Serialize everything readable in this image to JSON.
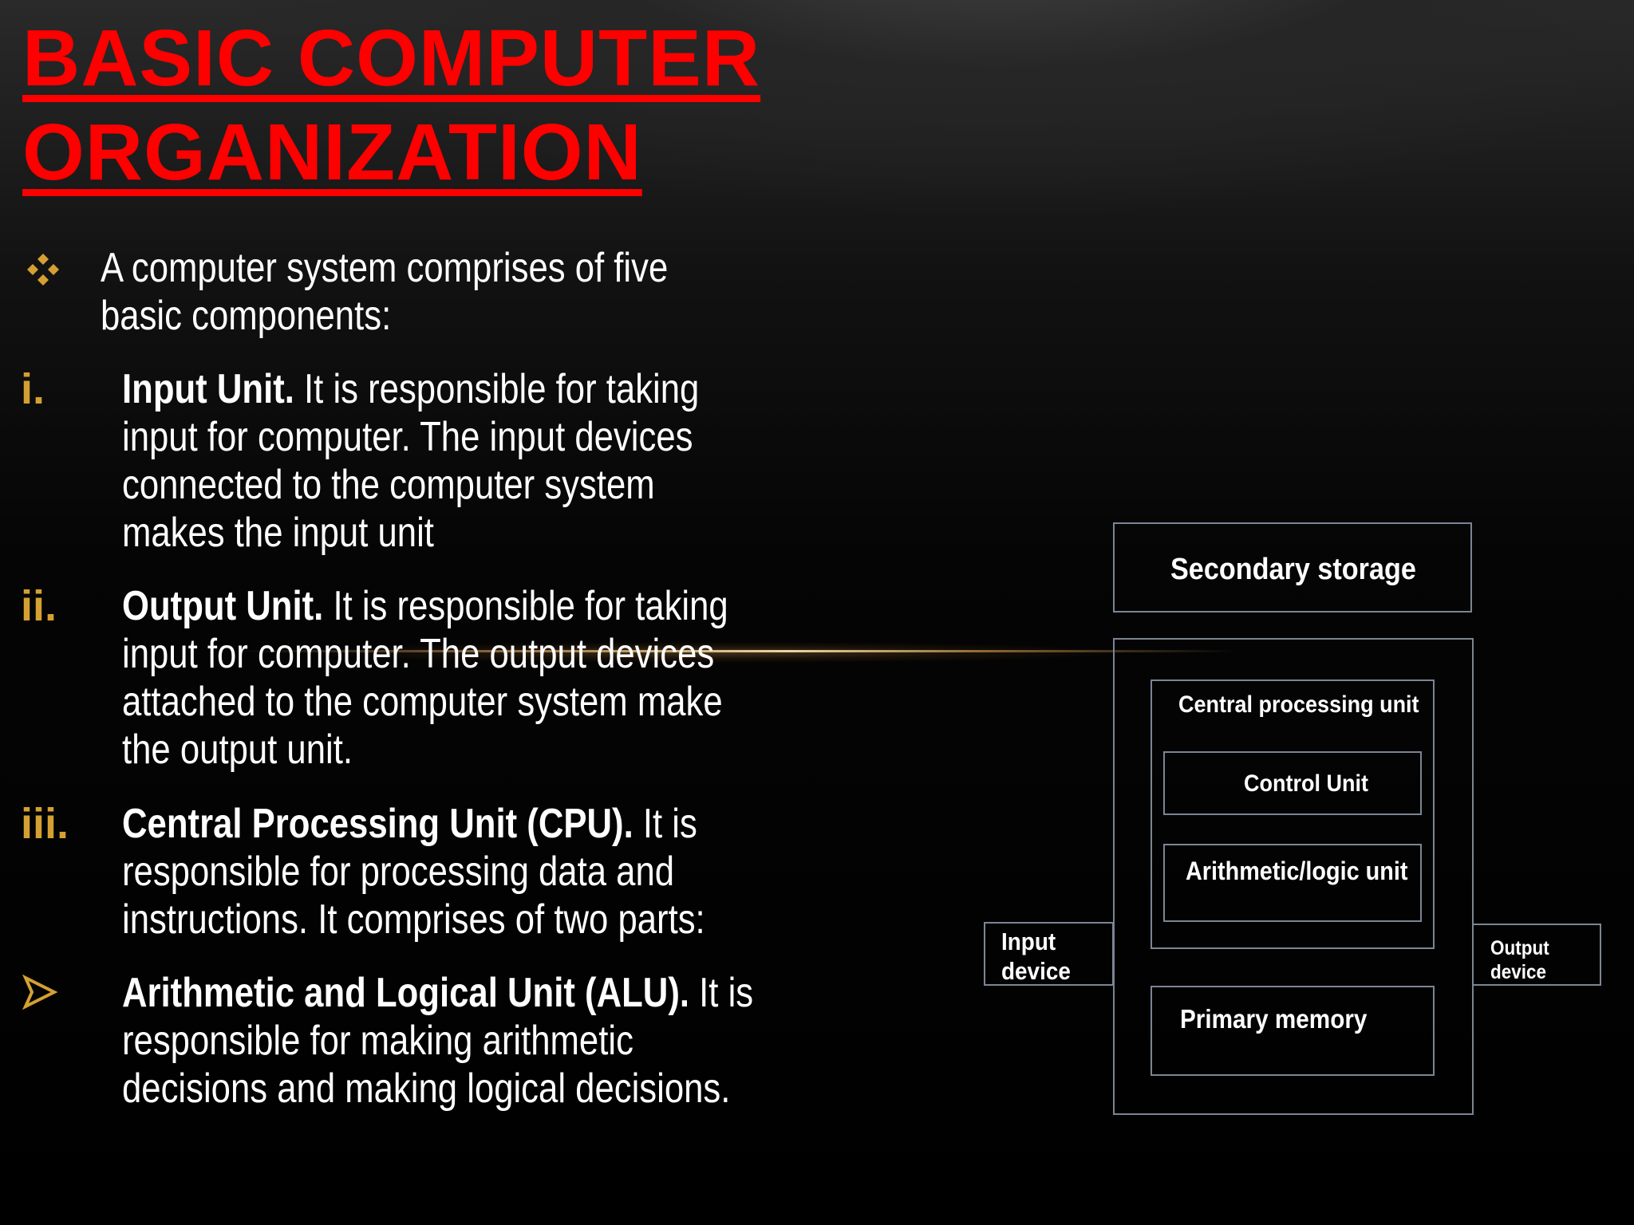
{
  "title": {
    "line1": "BASIC COMPUTER",
    "line2": "ORGANIZATION"
  },
  "intro": {
    "icon": "diamond-bullet-icon",
    "text_line1": "A computer system comprises of five",
    "text_line2": "basic components:"
  },
  "items": [
    {
      "marker": "i.",
      "heading": "Input Unit.",
      "lines": [
        " It is responsible for taking",
        "input for computer. The input devices",
        "connected to the computer system",
        "makes the input unit"
      ]
    },
    {
      "marker": "ii.",
      "heading": "Output Unit.",
      "lines": [
        " It is responsible for taking",
        "input for computer. The output devices",
        "attached to the computer system make",
        "the output unit."
      ]
    },
    {
      "marker": "iii.",
      "heading": "Central Processing Unit (CPU).",
      "lines": [
        " It is",
        "responsible  for processing data and",
        "instructions. It comprises of two parts:"
      ]
    },
    {
      "marker_icon": "arrow-bullet-icon",
      "heading": "Arithmetic and Logical Unit (ALU).",
      "lines": [
        " It is",
        "responsible for making arithmetic",
        "decisions and making logical decisions."
      ]
    }
  ],
  "diagram": {
    "secondary_storage": "Secondary storage",
    "cpu": "Central processing unit",
    "control_unit": "Control Unit",
    "alu": "Arithmetic/logic unit",
    "primary_memory": "Primary memory",
    "input_device_line1": "Input",
    "input_device_line2": "device",
    "output_device_line1": "Output",
    "output_device_line2": "device"
  },
  "colors": {
    "title": "#ff0000",
    "accent": "#d4a032",
    "box_border": "#7b8594"
  }
}
